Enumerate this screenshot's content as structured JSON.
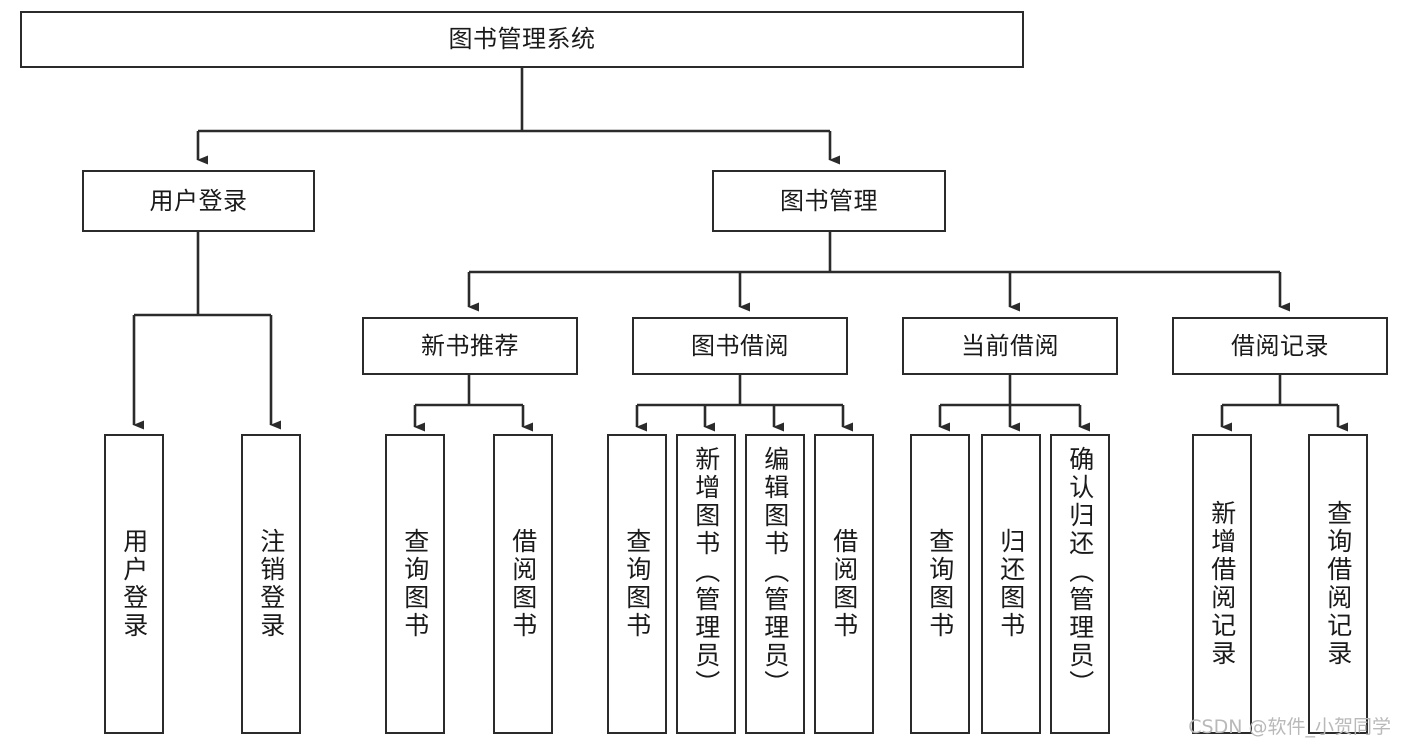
{
  "diagram": {
    "type": "tree-hierarchy",
    "title": "图书管理系统",
    "orientation": "top-down",
    "edge_color": "#2b2b2b",
    "node_fill": "#ffffff",
    "node_border": "#2b2b2b",
    "text_color": "#1a1a1a",
    "levels": 4
  },
  "root": {
    "label": "图书管理系统"
  },
  "level2": [
    {
      "label": "用户登录"
    },
    {
      "label": "图书管理"
    }
  ],
  "level3": [
    {
      "label": "新书推荐"
    },
    {
      "label": "图书借阅"
    },
    {
      "label": "当前借阅"
    },
    {
      "label": "借阅记录"
    }
  ],
  "leaves": {
    "user_login": [
      {
        "label": "用户登录"
      },
      {
        "label": "注销登录"
      }
    ],
    "new_book": [
      {
        "label": "查询图书"
      },
      {
        "label": "借阅图书"
      }
    ],
    "book_borrow": [
      {
        "label": "查询图书"
      },
      {
        "label": "新增图书（管理员）"
      },
      {
        "label": "编辑图书（管理员）"
      },
      {
        "label": "借阅图书"
      }
    ],
    "current_borrow": [
      {
        "label": "查询图书"
      },
      {
        "label": "归还图书"
      },
      {
        "label": "确认归还（管理员）"
      }
    ],
    "borrow_record": [
      {
        "label": "新增借阅记录"
      },
      {
        "label": "查询借阅记录"
      }
    ]
  },
  "watermark": {
    "text": "CSDN @软件_小贺同学"
  }
}
